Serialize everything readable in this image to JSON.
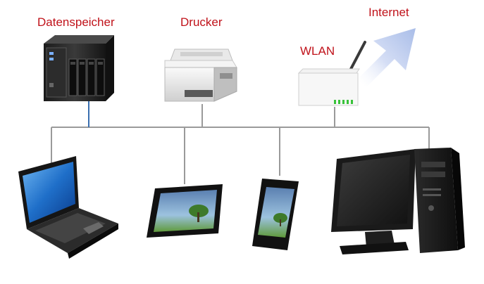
{
  "diagram": {
    "labels": {
      "storage": "Datenspeicher",
      "printer": "Drucker",
      "wlan": "WLAN",
      "internet": "Internet"
    },
    "devices": [
      {
        "id": "nas",
        "icon": "nas-storage-icon"
      },
      {
        "id": "printer",
        "icon": "printer-icon"
      },
      {
        "id": "router",
        "icon": "wlan-router-icon"
      },
      {
        "id": "laptop",
        "icon": "laptop-icon"
      },
      {
        "id": "tablet",
        "icon": "tablet-icon"
      },
      {
        "id": "smartphone",
        "icon": "smartphone-icon"
      },
      {
        "id": "desktop",
        "icon": "desktop-pc-icon"
      }
    ],
    "colors": {
      "label": "#c0121a",
      "bus_line": "#9a9a9a",
      "nas_cable": "#3a6fb0",
      "internet_arrow": "#b9c9ec"
    }
  }
}
